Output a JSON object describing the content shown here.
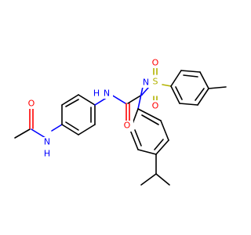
{
  "molecule": {
    "colors": {
      "bond": "#000000",
      "oxygen": "#ff0000",
      "nitrogen": "#0000ff",
      "sulfur": "#b2b200"
    },
    "atoms": {
      "o_acetyl": "O",
      "nh_acetyl": "N",
      "h_acetyl": "H",
      "nh_amide": "N",
      "h_amide": "H",
      "o_amide": "O",
      "n_sulfonamide": "N",
      "s": "S",
      "o_s1": "O",
      "o_s2": "O"
    }
  }
}
